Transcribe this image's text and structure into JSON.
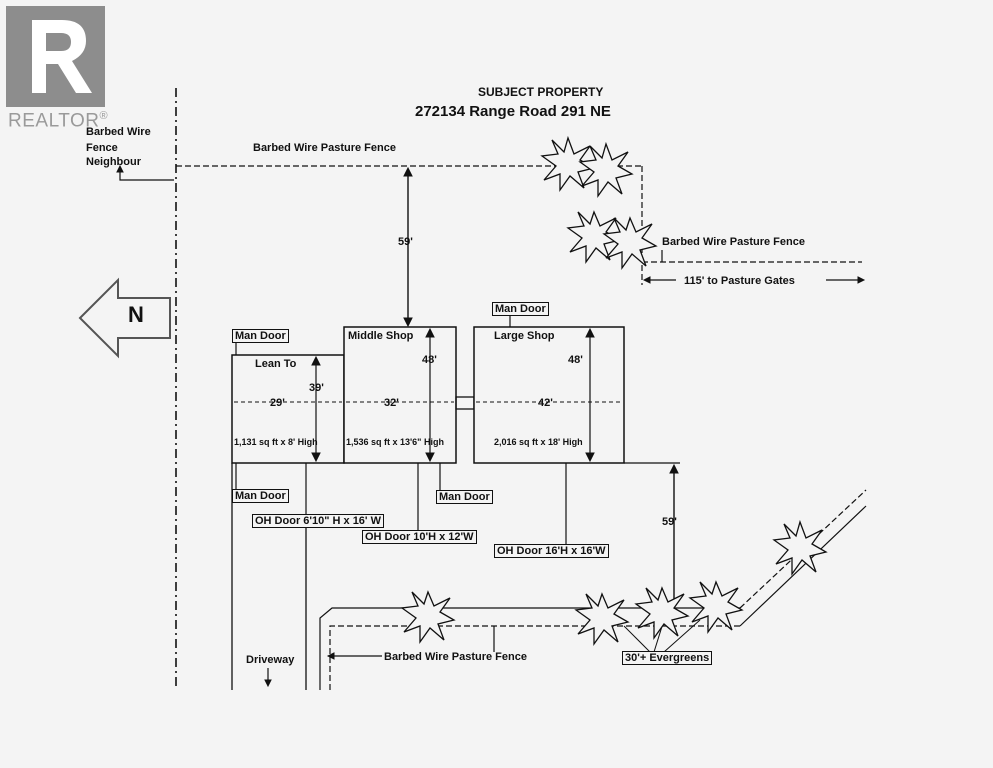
{
  "brand": {
    "name": "REALTOR",
    "mark": "®",
    "color": "#9a9a9a"
  },
  "title": {
    "line1": "SUBJECT PROPERTY",
    "line2": "272134 Range Road 291 NE"
  },
  "north": "N",
  "labels": {
    "fence_neighbour_1": "Barbed Wire",
    "fence_neighbour_2": "Fence",
    "fence_neighbour_3": "Neighbour",
    "fence_top": "Barbed Wire Pasture Fence",
    "fence_right": "Barbed Wire Pasture Fence",
    "pasture_gates": "115' to Pasture Gates",
    "dist_top": "59'",
    "dist_bottom": "59'",
    "man_door_lean": "Man Door",
    "man_door_large": "Man Door",
    "man_door_bottom_left": "Man Door",
    "man_door_bottom_mid": "Man Door",
    "lean_to": "Lean To",
    "lean_depth": "39'",
    "lean_width": "29'",
    "lean_area": "1,131 sq ft x 8' High",
    "middle_shop": "Middle Shop",
    "middle_depth": "48'",
    "middle_width": "32'",
    "middle_area": "1,536 sq ft x 13'6\" High",
    "large_shop": "Large Shop",
    "large_depth": "48'",
    "large_width": "42'",
    "large_area": "2,016 sq ft x 18' High",
    "oh_door_1": "OH Door 6'10\" H x 16' W",
    "oh_door_2": "OH Door 10'H x 12'W",
    "oh_door_3": "OH Door 16'H x 16'W",
    "driveway": "Driveway",
    "fence_bottom": "Barbed Wire Pasture Fence",
    "evergreens": "30'+ Evergreens"
  }
}
